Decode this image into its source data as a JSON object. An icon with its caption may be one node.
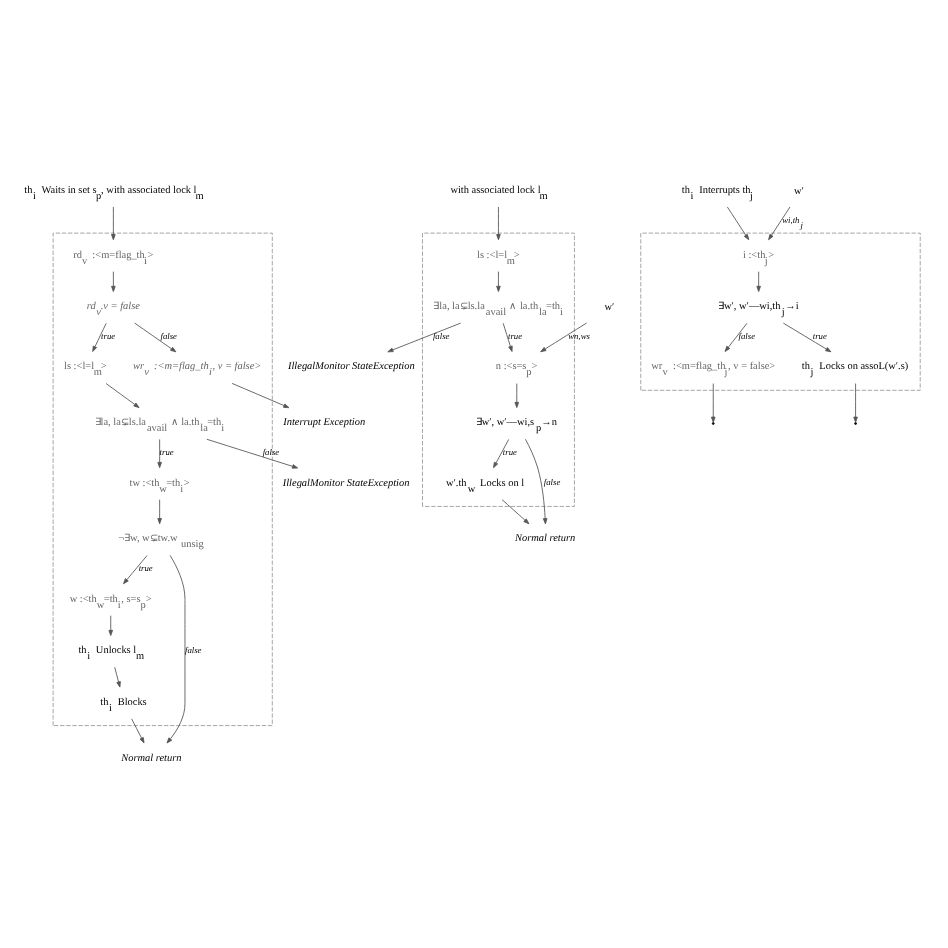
{
  "diagram": {
    "nodes": [
      {
        "text": [
          "th$_{i}$ Waits in set s$_{p}$, with associated lock l$_{m}$"
        ]
      },
      {
        "text": [],
        "shape": "box"
      },
      {
        "text": [
          "rd$_{v}$ :<m=flag_th$_{i}$>"
        ],
        "in": 1
      },
      {
        "text": [
          "rd$_{v}$.v = false"
        ],
        "in": 1
      },
      {
        "text": [
          "wr$_{v}$ :<m=flag_th$_{i}$, v = false>"
        ],
        "in": 1
      },
      {
        "text": [
          "ls :<l=l$_{m}$>"
        ],
        "in": 1
      },
      {
        "text": [
          "∃la, la⊊ls.la$_{avail}$ ∧ la.th$_{la}$=th$_{i}$"
        ],
        "in": 1
      },
      {
        "text": [
          "tw :<th$_{w}$=th$_{i}$>"
        ],
        "in": 1
      },
      {
        "text": [
          "¬∃w, w⊊tw.w$_{unsig}$"
        ],
        "in": 1
      },
      {
        "text": [
          "w :<th$_{w}$=th$_{i}$, s=s$_{p}$>"
        ],
        "in": 1
      },
      {
        "text": [
          "th$_{i}$ Unlocks l$_{m}$"
        ],
        "in": 1
      },
      {
        "text": [
          "th$_{i}$ Blocks"
        ],
        "in": 1
      },
      {
        "text": [
          "Interrupt Exception"
        ]
      },
      {
        "text": [
          "IllegalMonitor StateException"
        ]
      },
      {
        "text": [
          "Normal return"
        ]
      },
      {
        "text": [
          "with associated lock l$_{m}$"
        ]
      },
      {
        "text": [],
        "shape": "box"
      },
      {
        "text": [
          "ls :<l=l$_{m}$>"
        ],
        "in": 16
      },
      {
        "text": [
          "∃la, la⊊ls.la$_{avail}$ ∧ la.th$_{la}$=th$_{i}$"
        ],
        "in": 16
      },
      {
        "text": [
          "n :<s=s$_{p}$>"
        ],
        "in": 16
      },
      {
        "text": [
          "w′"
        ]
      },
      {
        "text": [
          "∃w′, w′—wi,s$_{p}$→n"
        ],
        "in": 16
      },
      {
        "text": [
          "w′.th$_{w}$ Locks on l"
        ],
        "in": 16
      },
      {
        "text": [
          "IllegalMonitor StateException"
        ]
      },
      {
        "text": [
          "Normal return"
        ]
      },
      {
        "text": [
          "th$_{i}$ Interrupts th$_{j}$"
        ]
      },
      {
        "text": [],
        "shape": "box"
      },
      {
        "text": [
          "i :<th$_{j}$>"
        ],
        "in": 26
      },
      {
        "text": [
          "w′"
        ]
      },
      {
        "text": [
          "∃w′, w′—wi,th$_{j}$→i"
        ],
        "in": 26
      },
      {
        "text": [
          "wr$_{v}$ :<m=flag_th$_{j}$, v = false>"
        ],
        "in": 26
      },
      {
        "text": [
          "th$_{j}$ Locks on assoL(w′.s)"
        ],
        "in": 26
      }
    ],
    "edges": [
      {
        "from": 0,
        "to": 2,
        "arrow": "to"
      },
      {
        "from": 2,
        "to": 3,
        "arrow": "to"
      },
      {
        "from": 3,
        "to": 4,
        "arrow": "to",
        "label": "false"
      },
      {
        "from": 3,
        "to": 5,
        "arrow": "to",
        "label": "true"
      },
      {
        "from": 5,
        "to": 6,
        "arrow": "to"
      },
      {
        "from": 6,
        "to": 13,
        "arrow": "to",
        "label": "false"
      },
      {
        "from": 6,
        "to": 7,
        "arrow": "to",
        "label": "true"
      },
      {
        "from": 7,
        "to": 8,
        "arrow": "to"
      },
      {
        "from": 8,
        "to": 9,
        "arrow": "to",
        "label": "true"
      },
      {
        "from": 8,
        "to": 14,
        "arrow": "to",
        "label": "false"
      },
      {
        "from": 9,
        "to": 10,
        "arrow": "to"
      },
      {
        "from": 10,
        "to": 11,
        "arrow": "to"
      },
      {
        "from": 11,
        "to": 14,
        "arrow": "to"
      },
      {
        "from": 4,
        "to": 12,
        "arrow": "to"
      },
      {
        "from": 15,
        "to": 17,
        "arrow": "to"
      },
      {
        "from": 17,
        "to": 18,
        "arrow": "to"
      },
      {
        "from": 18,
        "to": 19,
        "arrow": "to",
        "label": "true"
      },
      {
        "from": 18,
        "to": 23,
        "arrow": "to",
        "label": "false"
      },
      {
        "from": 20,
        "to": 19,
        "arrow": "to",
        "label": "wn,ws"
      },
      {
        "from": 19,
        "to": 21,
        "arrow": "to"
      },
      {
        "from": 21,
        "to": 22,
        "arrow": "to",
        "label": "true"
      },
      {
        "from": 21,
        "to": 24,
        "arrow": "to",
        "label": "false"
      },
      {
        "from": 22,
        "to": 24,
        "arrow": "to"
      },
      {
        "from": 25,
        "to": 27,
        "arrow": "to"
      },
      {
        "from": 28,
        "to": 27,
        "arrow": "to",
        "label": "wi,th$_{j}$"
      },
      {
        "from": 27,
        "to": 29,
        "arrow": "to"
      },
      {
        "from": 29,
        "to": 30,
        "arrow": "to",
        "label": "false"
      },
      {
        "from": 29,
        "to": 31,
        "arrow": "to",
        "label": "true"
      },
      {
        "from": 30,
        "to": null,
        "arrow": "to"
      },
      {
        "from": 31,
        "to": null,
        "arrow": "to"
      }
    ]
  }
}
